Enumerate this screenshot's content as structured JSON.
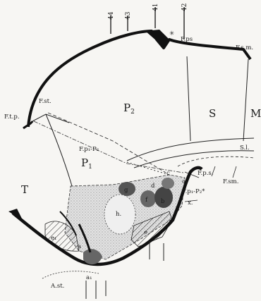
{
  "regions": {
    "P2": "P",
    "P2_sub": "2",
    "P1": "P",
    "P1_sub": "1",
    "S": "S",
    "M": "M",
    "T": "T"
  },
  "labels": {
    "f_tp": "F.t.p.",
    "f_st": "F.st.",
    "f_ps_top": "F.ps",
    "f_sm_top": "F.s.m.",
    "f_pr_p2": "F.p₁-P₂",
    "s_l": "S.l.",
    "f_ps_low": "F.p.s.",
    "f_sm_low": "F.sm.",
    "c": "c",
    "c1": "c₁",
    "f_p1_p2_star": "F.p₁-P₂*",
    "x": "x.",
    "d": "d",
    "h": "h.",
    "e": "e",
    "e1": "e₁",
    "a": "a",
    "a1": "a₁",
    "b": "b",
    "f": "f",
    "g": "g",
    "a_st": "A.st."
  },
  "markers": {
    "n44": "44",
    "n43": "43",
    "n41": "41",
    "n42": "42",
    "star": "✳"
  }
}
